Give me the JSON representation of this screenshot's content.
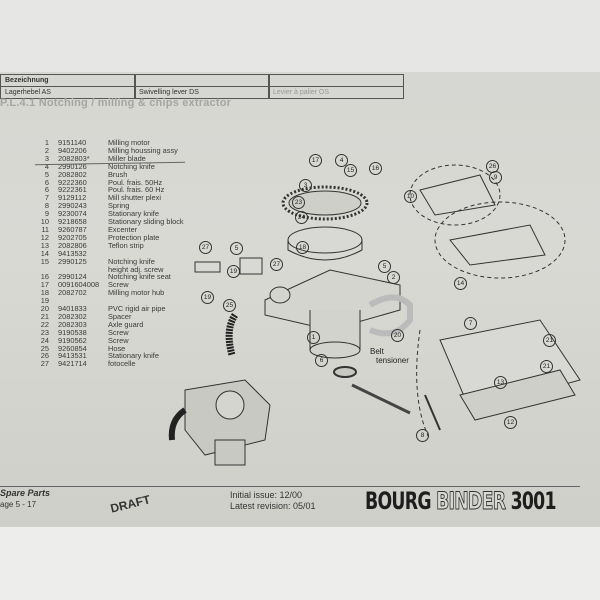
{
  "header_table": {
    "col1_heading": "Bezeichnung",
    "row1": [
      "Lagerhebel AS",
      "Swivelling lever DS",
      "Levier à palier OS"
    ]
  },
  "title": "P.L.4.1 Notching / milling & chips extractor",
  "parts": [
    {
      "no": "1",
      "part": "9151140",
      "desc": "Milling motor"
    },
    {
      "no": "2",
      "part": "9402206",
      "desc": "Milling houssing assy"
    },
    {
      "no": "3",
      "part": "2082803*",
      "desc": "Miller blade"
    },
    {
      "no": "4",
      "part": "2990126",
      "desc": "Notching knife"
    },
    {
      "no": "5",
      "part": "2082802",
      "desc": "Brush"
    },
    {
      "no": "6",
      "part": "9222360",
      "desc": "Poul. frais. 50Hz"
    },
    {
      "no": "6",
      "part": "9222361",
      "desc": "Poul. frais. 60 Hz"
    },
    {
      "no": "7",
      "part": "9129112",
      "desc": "Mill shutter plexi"
    },
    {
      "no": "8",
      "part": "2990243",
      "desc": "Spring"
    },
    {
      "no": "9",
      "part": "9230074",
      "desc": "Stationary knife"
    },
    {
      "no": "10",
      "part": "9218658",
      "desc": "Stationary sliding block"
    },
    {
      "no": "11",
      "part": "9260787",
      "desc": "Excenter"
    },
    {
      "no": "12",
      "part": "9202705",
      "desc": "Protection plate"
    },
    {
      "no": "13",
      "part": "2082806",
      "desc": "Teflon strip"
    },
    {
      "no": "14",
      "part": "9413532",
      "desc": ""
    },
    {
      "no": "15",
      "part": "2990125",
      "desc": "Notching knife"
    },
    {
      "no": "",
      "part": "",
      "desc": "height adj. screw"
    },
    {
      "no": "16",
      "part": "2990124",
      "desc": "Notching knife seat"
    },
    {
      "no": "17",
      "part": "0091604008",
      "desc": "Screw"
    },
    {
      "no": "18",
      "part": "2082702",
      "desc": "Milling motor hub"
    },
    {
      "no": "19",
      "part": "",
      "desc": ""
    },
    {
      "no": "20",
      "part": "9401833",
      "desc": "PVC rigid air pipe"
    },
    {
      "no": "21",
      "part": "2082302",
      "desc": "Spacer"
    },
    {
      "no": "22",
      "part": "2082303",
      "desc": "Axle guard"
    },
    {
      "no": "23",
      "part": "9190538",
      "desc": "Screw"
    },
    {
      "no": "24",
      "part": "9190562",
      "desc": "Screw"
    },
    {
      "no": "25",
      "part": "9260854",
      "desc": "Hose"
    },
    {
      "no": "26",
      "part": "9413531",
      "desc": "Stationary knife"
    },
    {
      "no": "27",
      "part": "9421714",
      "desc": "fotocelle"
    }
  ],
  "callouts": [
    "17",
    "4",
    "15",
    "16",
    "3",
    "23",
    "24",
    "18",
    "27",
    "5",
    "27",
    "19",
    "5",
    "2",
    "19",
    "25",
    "20",
    "1",
    "6",
    "8",
    "26",
    "9",
    "10",
    "14",
    "7",
    "13",
    "12",
    "21",
    "21"
  ],
  "belt_label": [
    "Belt",
    "tensioner"
  ],
  "footer": {
    "section": "Spare Parts",
    "page": "age 5 - 17",
    "stamp": "DRAFT",
    "initial_issue": "Initial issue: 12/00",
    "latest_revision": "Latest revision: 05/01",
    "brand_a": "BOURG ",
    "brand_b": "BINDER",
    "brand_c": " 3001"
  }
}
